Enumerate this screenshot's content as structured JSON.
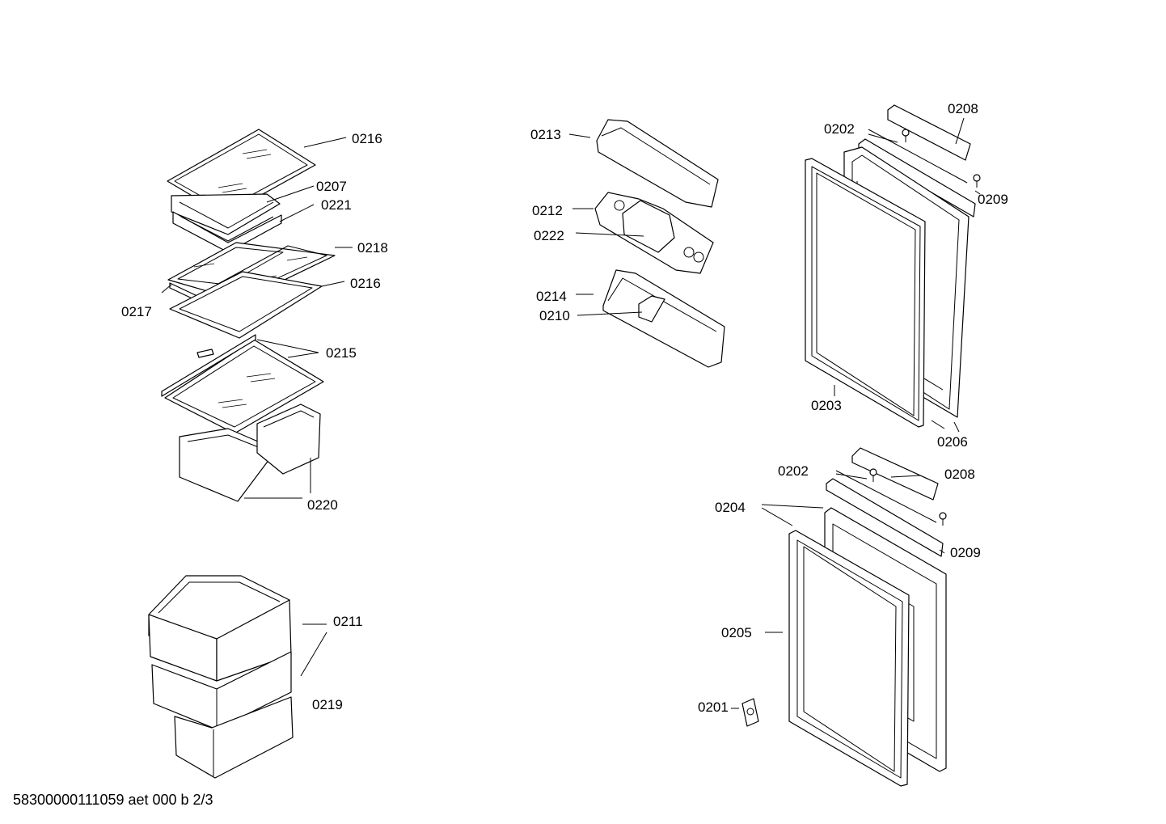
{
  "labels": {
    "l0216a": "0216",
    "l0207": "0207",
    "l0221": "0221",
    "l0218": "0218",
    "l0216b": "0216",
    "l0217": "0217",
    "l0215": "0215",
    "l0220": "0220",
    "l0211": "0211",
    "l0219": "0219",
    "l0213": "0213",
    "l0212": "0212",
    "l0222": "0222",
    "l0214": "0214",
    "l0210": "0210",
    "l0202a": "0202",
    "l0208a": "0208",
    "l0209a": "0209",
    "l0203": "0203",
    "l0206": "0206",
    "l0202b": "0202",
    "l0208b": "0208",
    "l0204": "0204",
    "l0209b": "0209",
    "l0205": "0205",
    "l0201": "0201"
  },
  "footer": "58300000111059 aet 000 b 2/3"
}
